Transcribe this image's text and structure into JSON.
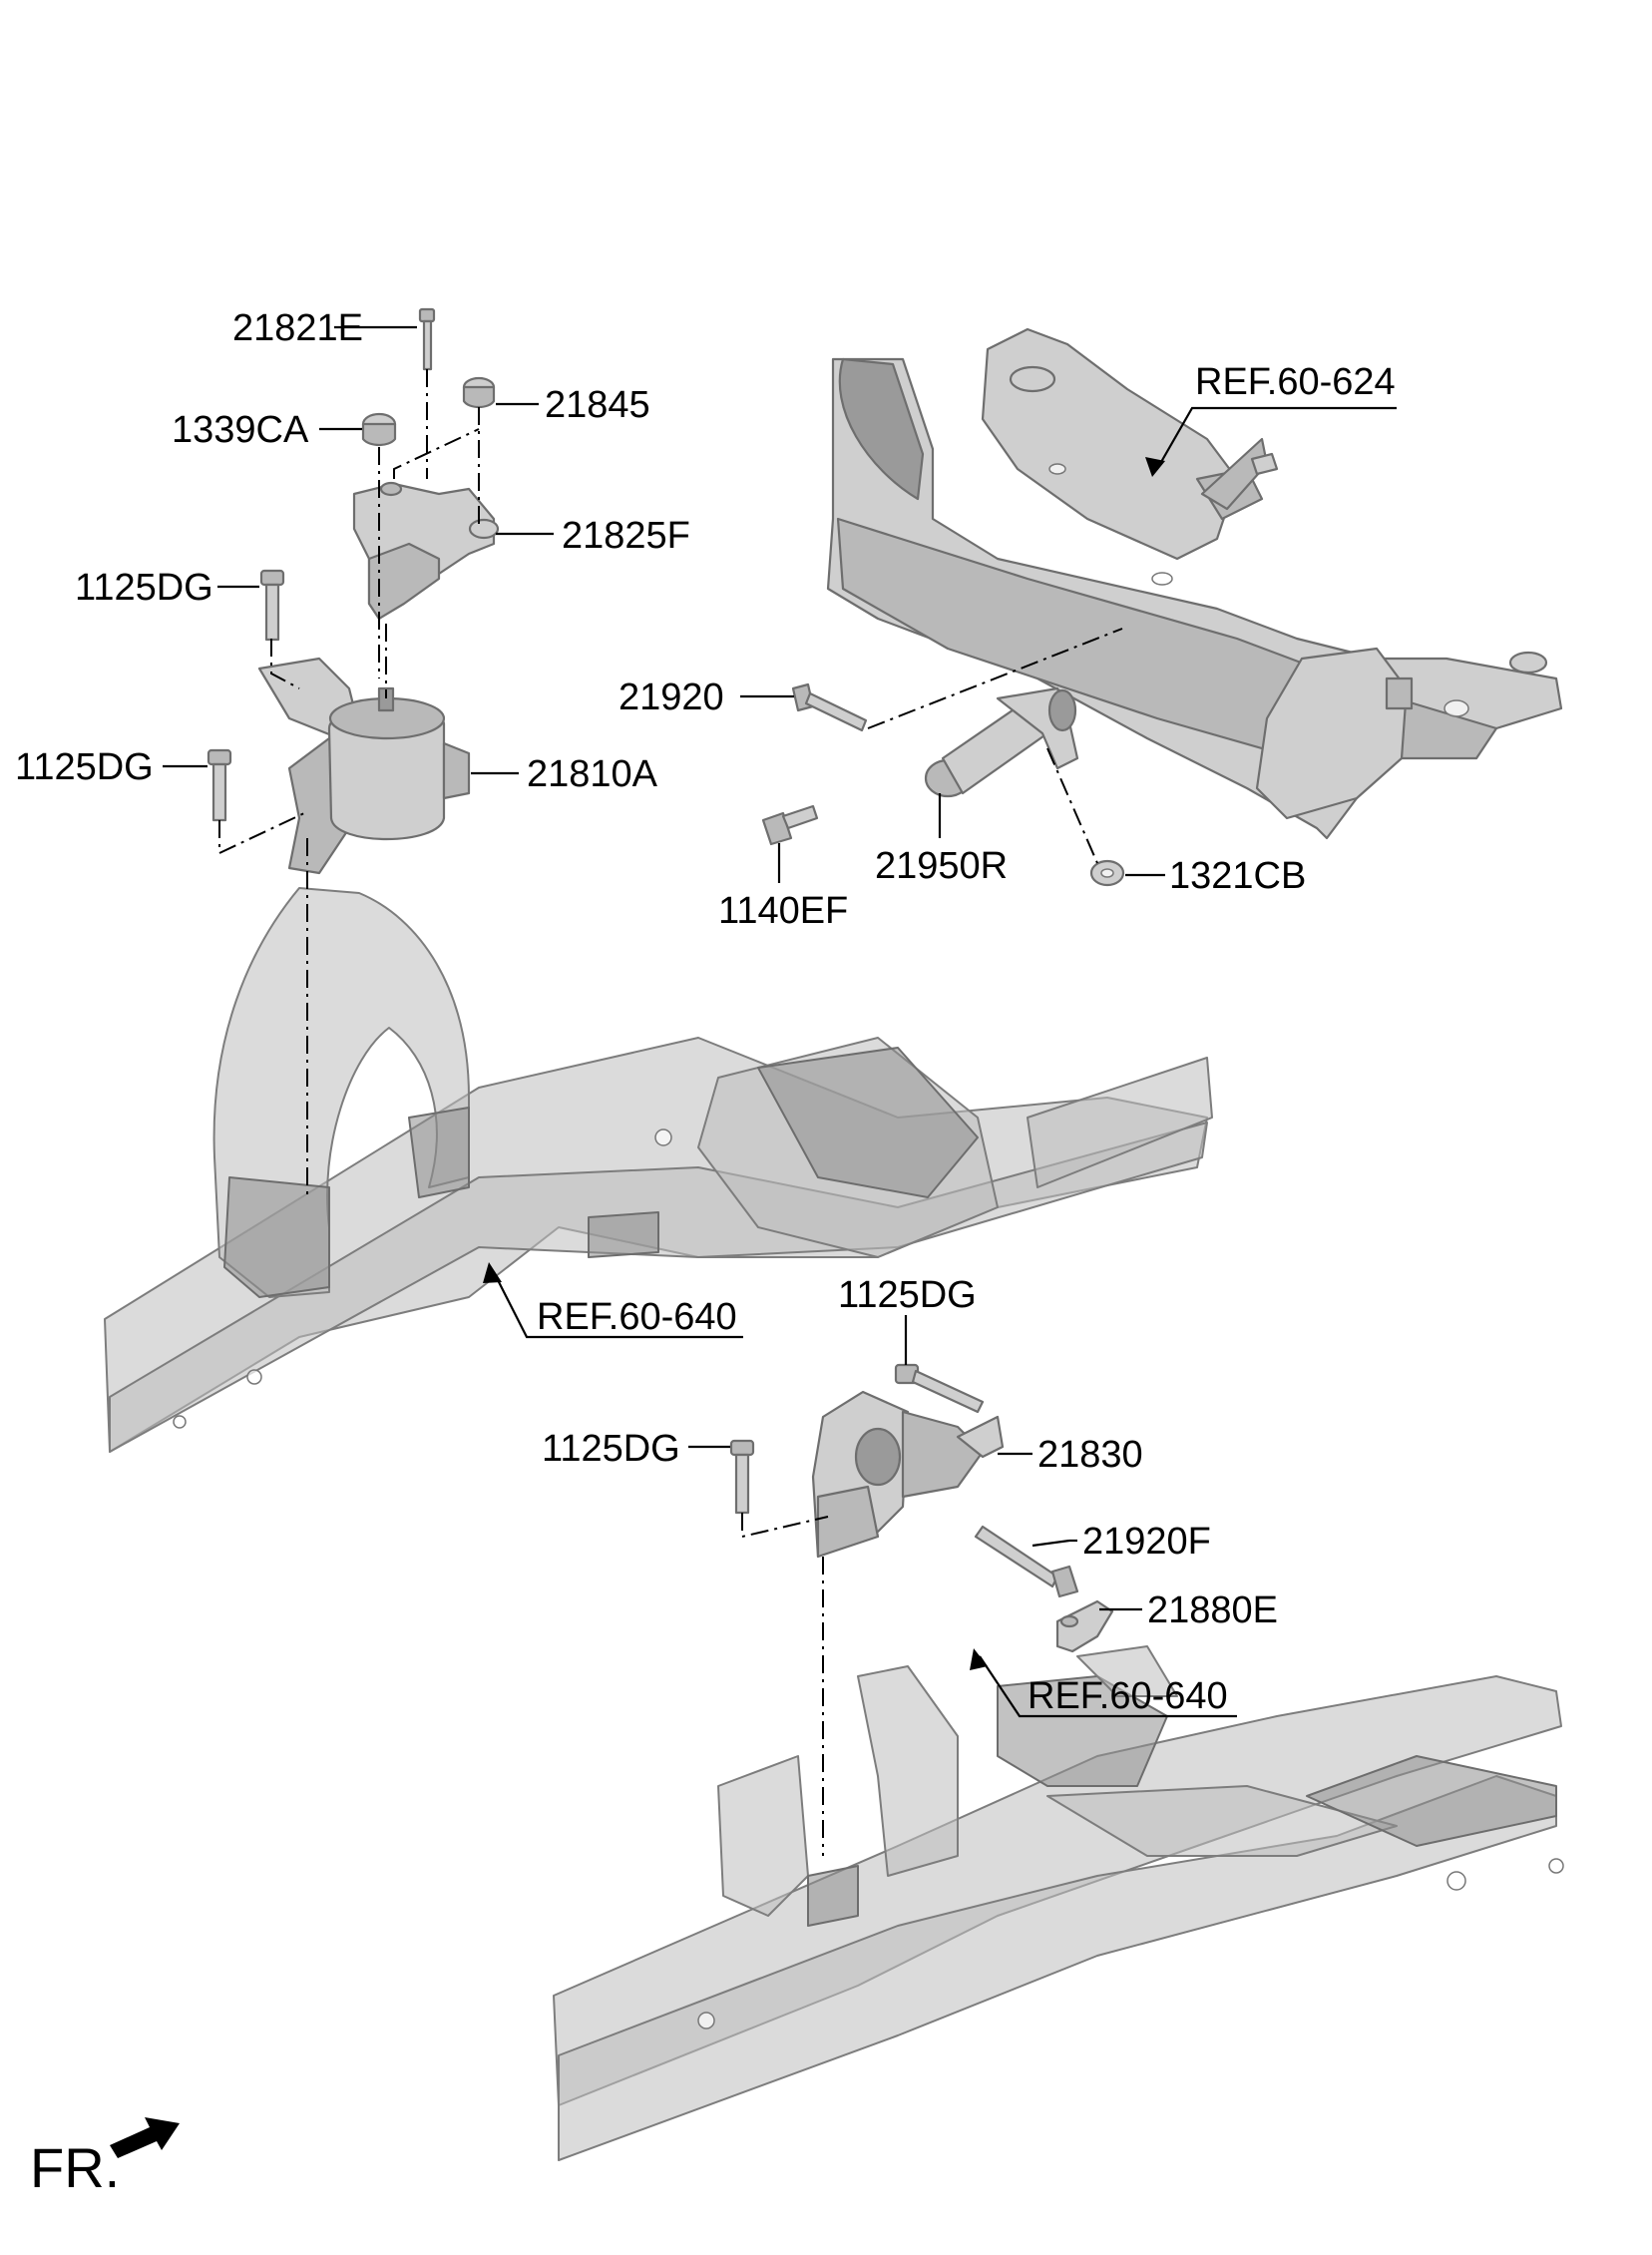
{
  "parts": {
    "p21821E": "21821E",
    "p1339CA": "1339CA",
    "p21845": "21845",
    "p21825F": "21825F",
    "p1125DG_a": "1125DG",
    "p1125DG_b": "1125DG",
    "p21810A": "21810A",
    "pREF_624": "REF.60-624",
    "p21920": "21920",
    "p1140EF": "1140EF",
    "p21950R": "21950R",
    "p1321CB": "1321CB",
    "pREF_640_a": "REF.60-640",
    "p1125DG_c": "1125DG",
    "p1125DG_d": "1125DG",
    "p21830": "21830",
    "p21920F": "21920F",
    "p21880E": "21880E",
    "pREF_640_b": "REF.60-640"
  },
  "orientation": {
    "label": "FR.",
    "icon": "front-direction-arrow-icon"
  }
}
